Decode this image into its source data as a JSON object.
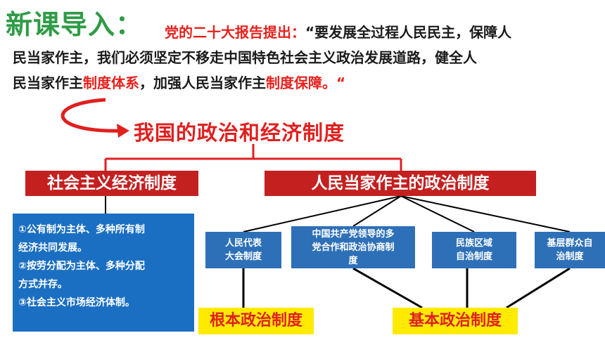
{
  "title": "新课导入：",
  "quote": {
    "lead": "党的二十大报告提出：",
    "line1_rest": "“要发展全过程人民民主，保障人",
    "line2": "民当家作主，我们必须坚定不移走中国特色社会主义政治发展道路，健全人",
    "line3_a": "民当家作主",
    "line3_b": "制度体系",
    "line3_c": "，加强人民当家作主",
    "line3_d": "制度保障",
    "line3_e": "。“"
  },
  "main_heading": "我国的政治和经济制度",
  "economic_system": {
    "label": "社会主义经济制度",
    "items": [
      "①公有制为主体、多种所有制",
      "经济共同发展。",
      "②按劳分配为主体、多种分配",
      "方式并存。",
      "③社会主义市场经济体制。"
    ]
  },
  "political_system": {
    "label": "人民当家作主的政治制度",
    "boxes": [
      {
        "line1": "人民代表",
        "line2": "大会制度"
      },
      {
        "line1": "中国共产党领导的多",
        "line2": "党合作和政治协商制",
        "line3": "度"
      },
      {
        "line1": "民族区域",
        "line2": "自治制度"
      },
      {
        "line1": "基层群众自",
        "line2": "治制度"
      }
    ],
    "fundamental": "根本政治制度",
    "basic": "基本政治制度"
  },
  "colors": {
    "title_green": "#2f9b46",
    "accent_red": "#e0201f",
    "bar_red": "#c42020",
    "box_blue": "#2e70b8",
    "highlight_yellow": "#ffea00"
  }
}
